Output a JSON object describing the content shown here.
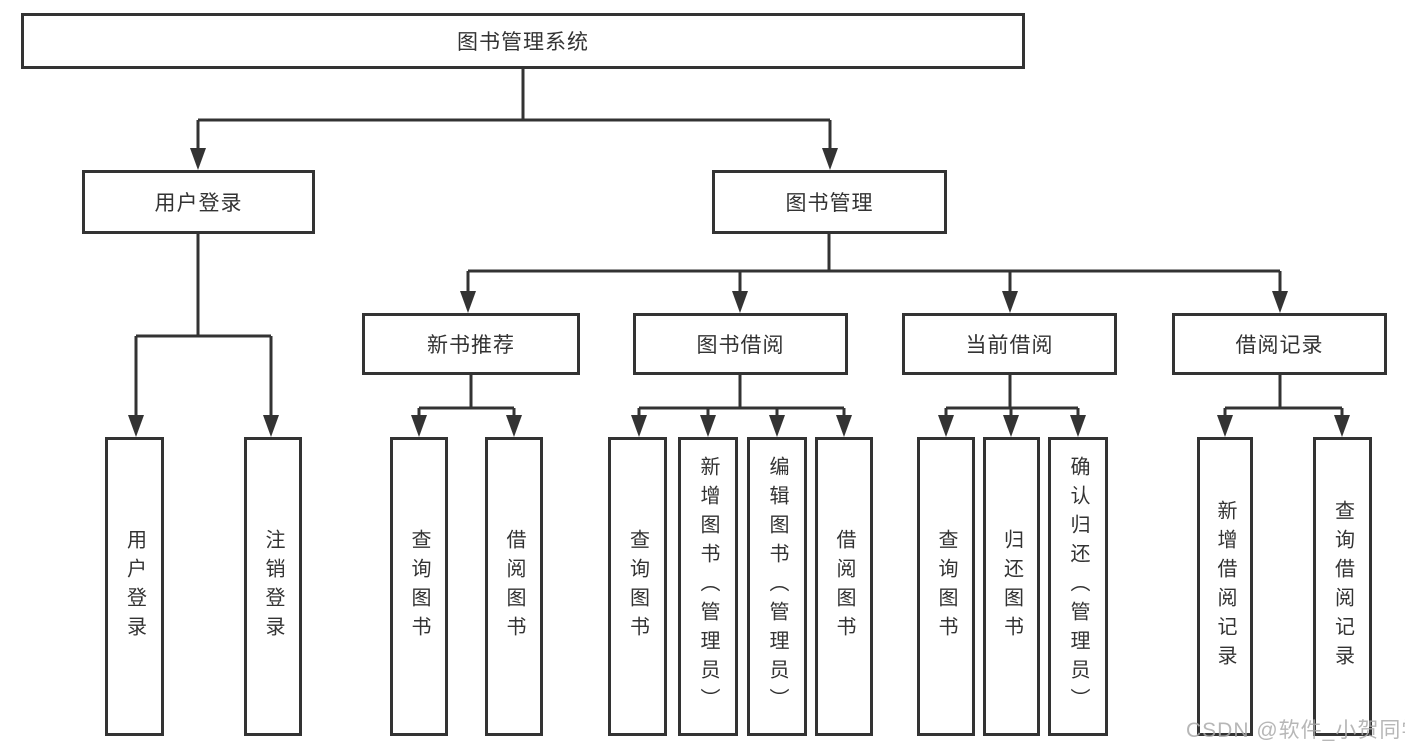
{
  "diagram": {
    "root": {
      "label": "图书管理系统"
    },
    "level2": [
      {
        "label": "用户登录",
        "parent": "图书管理系统"
      },
      {
        "label": "图书管理",
        "parent": "图书管理系统"
      }
    ],
    "level3": [
      {
        "label": "新书推荐",
        "parent": "图书管理"
      },
      {
        "label": "图书借阅",
        "parent": "图书管理"
      },
      {
        "label": "当前借阅",
        "parent": "图书管理"
      },
      {
        "label": "借阅记录",
        "parent": "图书管理"
      }
    ],
    "leaves": [
      {
        "label": "用户登录",
        "parent": "用户登录"
      },
      {
        "label": "注销登录",
        "parent": "用户登录"
      },
      {
        "label": "查询图书",
        "parent": "新书推荐"
      },
      {
        "label": "借阅图书",
        "parent": "新书推荐"
      },
      {
        "label": "查询图书",
        "parent": "图书借阅"
      },
      {
        "label": "新增图书（管理员）",
        "parent": "图书借阅"
      },
      {
        "label": "编辑图书（管理员）",
        "parent": "图书借阅"
      },
      {
        "label": "借阅图书",
        "parent": "图书借阅"
      },
      {
        "label": "查询图书",
        "parent": "当前借阅"
      },
      {
        "label": "归还图书",
        "parent": "当前借阅"
      },
      {
        "label": "确认归还（管理员）",
        "parent": "当前借阅"
      },
      {
        "label": "新增借阅记录",
        "parent": "借阅记录"
      },
      {
        "label": "查询借阅记录",
        "parent": "借阅记录"
      }
    ]
  },
  "colors": {
    "line": "#333333",
    "text": "#333333",
    "box_background": "#ffffff",
    "watermark": "#ababab",
    "background": "#ffffff"
  },
  "watermark": {
    "text": "CSDN @软件_小贺同学"
  }
}
